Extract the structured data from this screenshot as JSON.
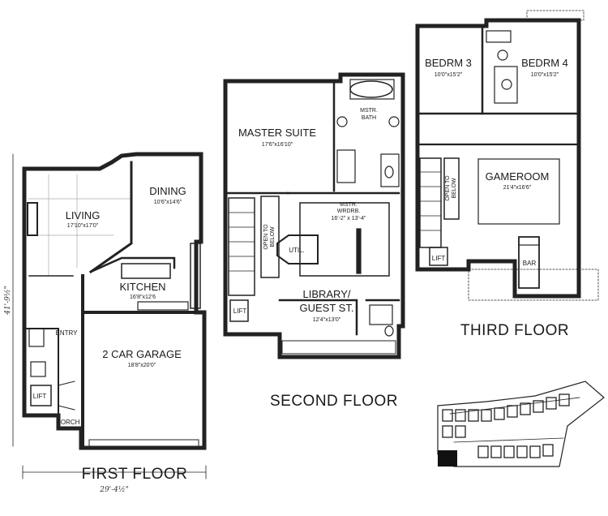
{
  "floors": {
    "first": "FIRST FLOOR",
    "second": "SECOND FLOOR",
    "third": "THIRD FLOOR"
  },
  "rooms": {
    "dining": {
      "name": "DINING",
      "dim": "10'6\"x14'6\""
    },
    "living": {
      "name": "LIVING",
      "dim": "17'10\"x17'0\""
    },
    "kitchen": {
      "name": "KITCHEN",
      "dim": "16'8\"x12'6"
    },
    "garage": {
      "name": "2 CAR GARAGE",
      "dim": "18'8\"x20'0\""
    },
    "entry": {
      "name": "ENTRY"
    },
    "lift1": {
      "name": "LIFT"
    },
    "porch": {
      "name": "PORCH"
    },
    "master_suite": {
      "name": "MASTER SUITE",
      "dim": "17'6\"x16'10\""
    },
    "mstr_bath": {
      "line1": "MSTR.",
      "line2": "BATH"
    },
    "mstr_wrdrb": {
      "line1": "MSTR.",
      "line2": "WRDRB.",
      "dim": "16'-2\" x 13'-4\""
    },
    "util": {
      "name": "UTIL."
    },
    "open_below_2": {
      "line1": "OPEN TO",
      "line2": "BELOW"
    },
    "library": {
      "line1": "LIBRARY/",
      "line2": "GUEST ST.",
      "dim": "12'4\"x13'0\""
    },
    "lift2": {
      "name": "LIFT"
    },
    "bedrm3": {
      "name": "BEDRM 3",
      "dim": "10'0\"x15'2\""
    },
    "bedrm4": {
      "name": "BEDRM 4",
      "dim": "10'0\"x15'2\""
    },
    "gameroom": {
      "name": "GAMEROOM",
      "dim": "21'4\"x16'6\""
    },
    "open_below_3": {
      "line1": "OPEN TO",
      "line2": "BELOW"
    },
    "lift3": {
      "name": "LIFT"
    },
    "bar": {
      "name": "BAR"
    }
  },
  "dimensions": {
    "depth": "41'-9½\"",
    "width": "29'-4½\""
  }
}
